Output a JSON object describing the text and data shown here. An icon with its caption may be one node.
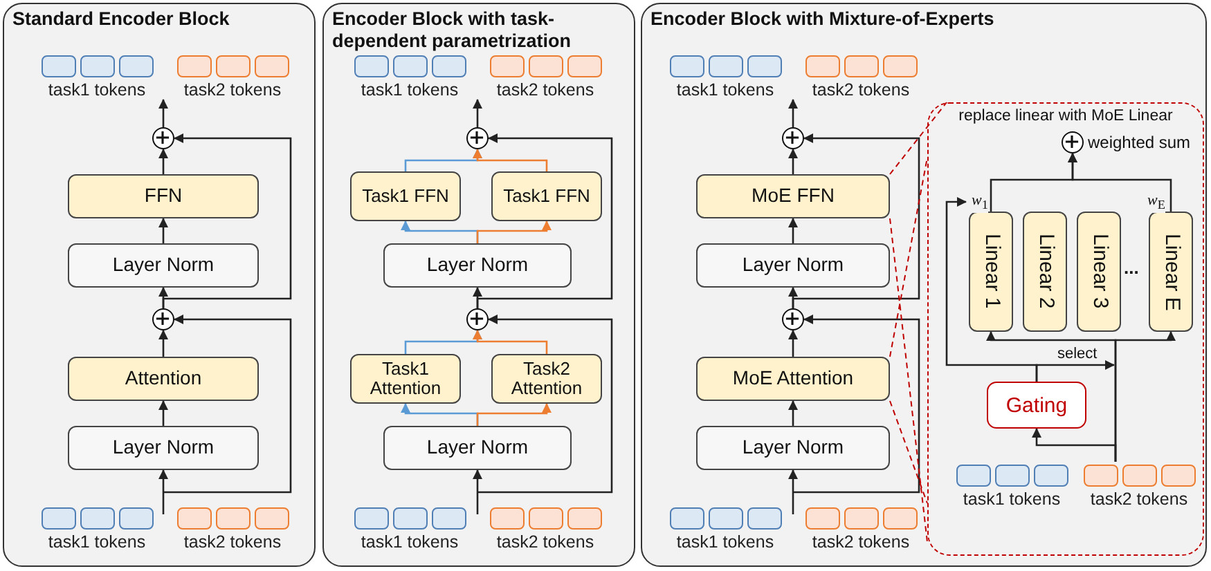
{
  "diagram": {
    "nodes": [
      {
        "text": [
          "Standard Encoder Block"
        ]
      },
      {
        "text": [
          "task1 tokens"
        ],
        "in": 0
      },
      {
        "text": [
          "task2 tokens"
        ],
        "in": 0
      },
      {
        "text": [],
        "shape": "circle",
        "in": 0
      },
      {
        "text": [
          "FFN"
        ],
        "in": 0
      },
      {
        "text": [
          "Layer Norm"
        ],
        "in": 0
      },
      {
        "text": [],
        "shape": "circle",
        "in": 0
      },
      {
        "text": [
          "Attention"
        ],
        "in": 0
      },
      {
        "text": [
          "Layer Norm"
        ],
        "in": 0
      },
      {
        "text": [
          "task1 tokens"
        ],
        "in": 0
      },
      {
        "text": [
          "task2 tokens"
        ],
        "in": 0
      },
      {
        "text": [
          "Encoder Block with task-dependent parametrization"
        ]
      },
      {
        "text": [
          "task1 tokens"
        ],
        "in": 11
      },
      {
        "text": [
          "task2 tokens"
        ],
        "in": 11
      },
      {
        "text": [],
        "shape": "circle",
        "in": 11
      },
      {
        "text": [
          "Task1 FFN"
        ],
        "in": 11
      },
      {
        "text": [
          "Task1 FFN"
        ],
        "in": 11
      },
      {
        "text": [
          "Layer Norm"
        ],
        "in": 11
      },
      {
        "text": [],
        "shape": "circle",
        "in": 11
      },
      {
        "text": [
          "Task1 Attention"
        ],
        "in": 11
      },
      {
        "text": [
          "Task2 Attention"
        ],
        "in": 11
      },
      {
        "text": [
          "Layer Norm"
        ],
        "in": 11
      },
      {
        "text": [
          "task1 tokens"
        ],
        "in": 11
      },
      {
        "text": [
          "task2 tokens"
        ],
        "in": 11
      },
      {
        "text": [
          "Encoder Block with Mixture-of-Experts"
        ]
      },
      {
        "text": [
          "task1 tokens"
        ],
        "in": 24
      },
      {
        "text": [
          "task2 tokens"
        ],
        "in": 24
      },
      {
        "text": [],
        "shape": "circle",
        "in": 24
      },
      {
        "text": [
          "MoE FFN"
        ],
        "in": 24
      },
      {
        "text": [
          "Layer Norm"
        ],
        "in": 24
      },
      {
        "text": [],
        "shape": "circle",
        "in": 24
      },
      {
        "text": [
          "MoE Attention"
        ],
        "in": 24
      },
      {
        "text": [
          "Layer Norm"
        ],
        "in": 24
      },
      {
        "text": [
          "task1 tokens"
        ],
        "in": 24
      },
      {
        "text": [
          "task2 tokens"
        ],
        "in": 24
      },
      {
        "text": [
          "replace linear with MoE Linear"
        ],
        "in": 24
      },
      {
        "text": [],
        "shape": "circle",
        "in": 35,
        "beside": [
          "weighted sum"
        ]
      },
      {
        "text": [
          "Linear 1"
        ],
        "in": 35
      },
      {
        "text": [
          "Linear 2"
        ],
        "in": 35
      },
      {
        "text": [
          "Linear 3"
        ],
        "in": 35
      },
      {
        "text": [
          "Linear E"
        ],
        "in": 35
      },
      {
        "text": [
          "Gating"
        ],
        "in": 35
      },
      {
        "text": [
          "task1 tokens"
        ],
        "in": 35
      },
      {
        "text": [
          "task2 tokens"
        ],
        "in": 35
      }
    ],
    "edges": [
      {
        "from": 3,
        "to": 1,
        "arrow": "to"
      },
      {
        "from": 4,
        "to": 3,
        "arrow": "to"
      },
      {
        "from": 5,
        "to": 4,
        "arrow": "to"
      },
      {
        "from": 6,
        "to": 5,
        "arrow": "to"
      },
      {
        "from": 7,
        "to": 6,
        "arrow": "to"
      },
      {
        "from": 8,
        "to": 7,
        "arrow": "to"
      },
      {
        "from": 9,
        "to": 8,
        "arrow": "to"
      },
      {
        "from": 6,
        "to": 3,
        "arrow": "to"
      },
      {
        "from": null,
        "to": 6,
        "arrow": "to"
      },
      {
        "from": 14,
        "to": 12,
        "arrow": "to"
      },
      {
        "from": 15,
        "to": 14,
        "arrow": "to",
        "color": "#5b9bd5"
      },
      {
        "from": 16,
        "to": 14,
        "arrow": "to",
        "color": "#ed7d31"
      },
      {
        "from": 17,
        "to": 15,
        "arrow": "to",
        "color": "#5b9bd5"
      },
      {
        "from": 17,
        "to": 16,
        "arrow": "to",
        "color": "#ed7d31"
      },
      {
        "from": 18,
        "to": 17,
        "arrow": "to"
      },
      {
        "from": 19,
        "to": 18,
        "arrow": "to",
        "color": "#5b9bd5"
      },
      {
        "from": 20,
        "to": 18,
        "arrow": "to",
        "color": "#ed7d31"
      },
      {
        "from": 21,
        "to": 19,
        "arrow": "to",
        "color": "#5b9bd5"
      },
      {
        "from": 21,
        "to": 20,
        "arrow": "to",
        "color": "#ed7d31"
      },
      {
        "from": 22,
        "to": 21,
        "arrow": "to"
      },
      {
        "from": 18,
        "to": 14,
        "arrow": "to"
      },
      {
        "from": null,
        "to": 18,
        "arrow": "to"
      },
      {
        "from": 27,
        "to": 25,
        "arrow": "to"
      },
      {
        "from": 28,
        "to": 27,
        "arrow": "to"
      },
      {
        "from": 29,
        "to": 28,
        "arrow": "to"
      },
      {
        "from": 30,
        "to": 29,
        "arrow": "to"
      },
      {
        "from": 31,
        "to": 30,
        "arrow": "to"
      },
      {
        "from": 32,
        "to": 31,
        "arrow": "to"
      },
      {
        "from": 33,
        "to": 32,
        "arrow": "to"
      },
      {
        "from": 30,
        "to": 27,
        "arrow": "to"
      },
      {
        "from": null,
        "to": 30,
        "arrow": "to"
      },
      {
        "from": 28,
        "to": 35,
        "arrow": "none",
        "style": "dashed",
        "color": "#c00000"
      },
      {
        "from": 28,
        "to": 35,
        "arrow": "none",
        "style": "dashed",
        "color": "#c00000"
      },
      {
        "from": 31,
        "to": 35,
        "arrow": "none",
        "style": "dashed",
        "color": "#c00000"
      },
      {
        "from": 31,
        "to": 35,
        "arrow": "none",
        "style": "dashed",
        "color": "#c00000"
      },
      {
        "from": 37,
        "to": 36,
        "arrow": "to",
        "label": "*w*$_{1}$"
      },
      {
        "from": 40,
        "to": 36,
        "arrow": "to",
        "label": "*w*$_{E}$"
      },
      {
        "from": 43,
        "to": 37,
        "arrow": "to"
      },
      {
        "from": 43,
        "to": 40,
        "arrow": "to"
      },
      {
        "from": 43,
        "to": 41,
        "arrow": "to"
      },
      {
        "from": 41,
        "to": null,
        "arrow": "to",
        "label": "select"
      },
      {
        "from": 41,
        "to": 37,
        "arrow": "to"
      }
    ],
    "labels": [
      "..."
    ]
  }
}
